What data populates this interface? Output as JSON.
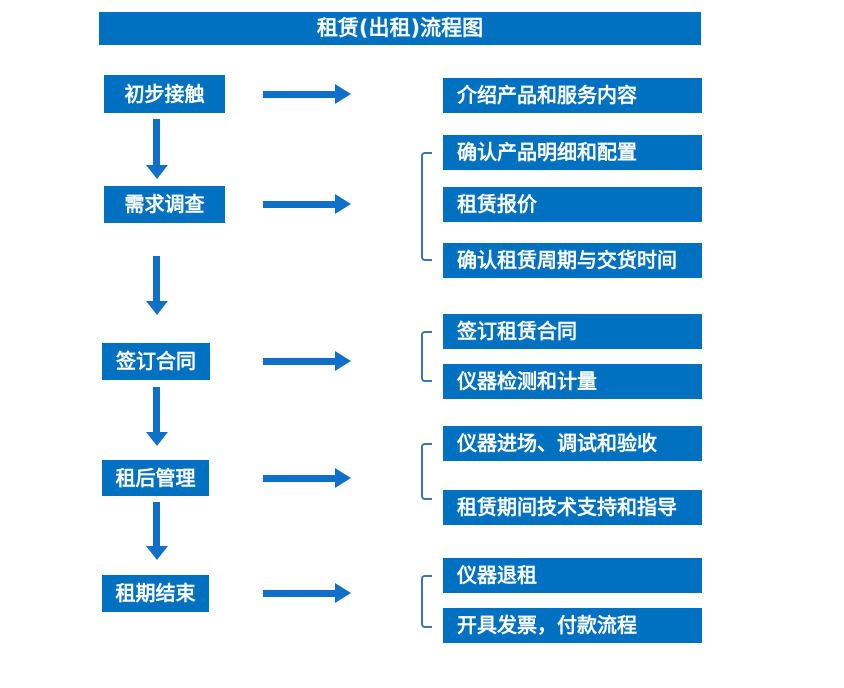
{
  "title": "租赁(出租)流程图",
  "colors": {
    "box_blue": "#0070C0",
    "arrow_blue": "#1070C8",
    "bracket_blue": "#3D76AE",
    "text_white": "#FFFFFF",
    "background": "#FFFFFF"
  },
  "steps": [
    {
      "label": "初步接触",
      "details": [
        "介绍产品和服务内容"
      ]
    },
    {
      "label": "需求调查",
      "details": [
        "确认产品明细和配置",
        "租赁报价",
        "确认租赁周期与交货时间"
      ]
    },
    {
      "label": "签订合同",
      "details": [
        "签订租赁合同",
        "仪器检测和计量"
      ]
    },
    {
      "label": "租后管理",
      "details": [
        "仪器进场、调试和验收",
        "租赁期间技术支持和指导"
      ]
    },
    {
      "label": "租期结束",
      "details": [
        "仪器退租",
        "开具发票，付款流程"
      ]
    }
  ]
}
